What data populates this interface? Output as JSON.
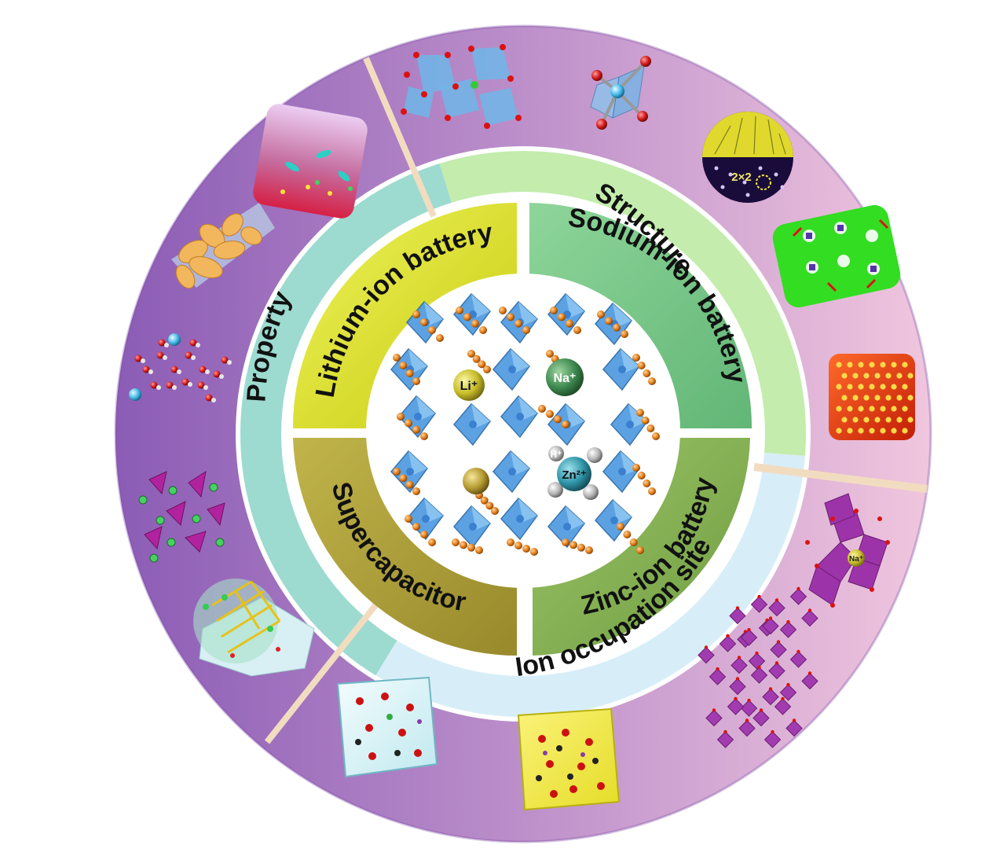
{
  "outer_ring": {
    "sections": [
      {
        "id": "structure",
        "label": "Structure"
      },
      {
        "id": "property",
        "label": "Property"
      },
      {
        "id": "ion_site",
        "label": "Ion occupation site"
      }
    ]
  },
  "quadrants": [
    {
      "id": "lithium",
      "label": "Lithium-ion battery"
    },
    {
      "id": "sodium",
      "label": "Sodium-ion battery"
    },
    {
      "id": "zinc",
      "label": "Zinc-ion battery"
    },
    {
      "id": "supercap",
      "label": "Supercapacitor"
    }
  ],
  "center": {
    "ions": [
      {
        "id": "li",
        "label": "Li⁺"
      },
      {
        "id": "na",
        "label": "Na⁺"
      },
      {
        "id": "h",
        "label": "H⁺"
      },
      {
        "id": "zn",
        "label": "Zn²⁺"
      }
    ]
  },
  "thumbnails": {
    "sodium_small": "Na⁺",
    "sublattice": "2×2"
  },
  "colors": {
    "outer_ring_left": "#8f60b8",
    "outer_ring_right": "#ecc0dc",
    "structure_band": "#c3ecad",
    "property_band": "#9ddad0",
    "ion_site_band": "#d7eef8",
    "lithium": "#dde02a",
    "sodium": "#7fcc8e",
    "zinc": "#8cb85a",
    "supercapacitor": "#b4a83e",
    "octahedra": "#4f9be0",
    "oxygen": "#e07a14"
  }
}
